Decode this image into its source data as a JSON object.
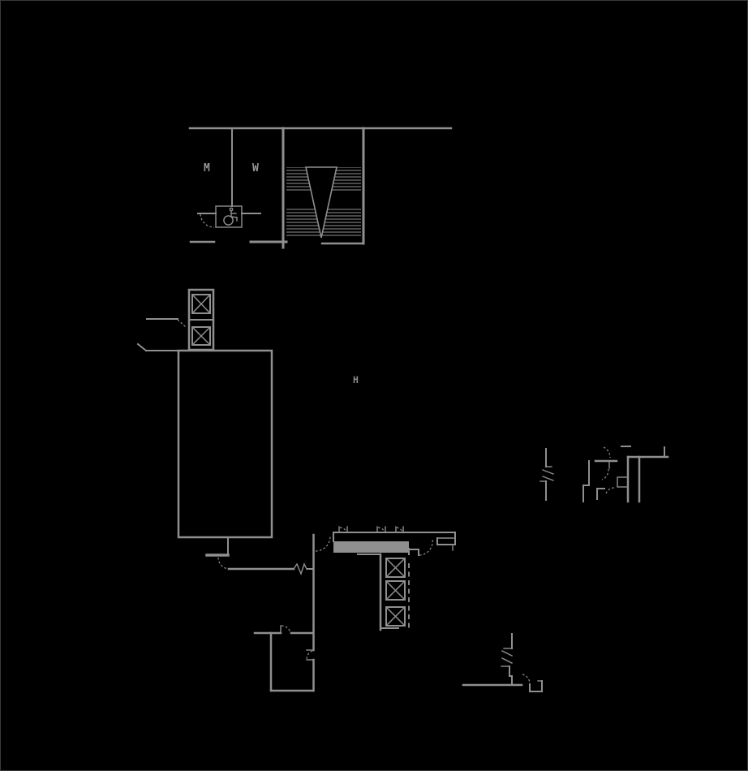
{
  "canvas": {
    "background_color": "#000000",
    "border_color": "#3a3a3a",
    "line_color": "#8f8f8f",
    "label_color": "#979797"
  },
  "floor_plan": {
    "labels": {
      "mens_room": "M",
      "womens_room": "W",
      "hoistway": "H"
    },
    "icons": {
      "wheelchair_accessible": "accessible-wc-symbol",
      "elevator_shaft": "box-with-x-diagonals",
      "stair": "treads-with-direction-v",
      "wall_break": "zigzag-break-symbol",
      "door_swing": "dashed-quarter-arc"
    }
  }
}
